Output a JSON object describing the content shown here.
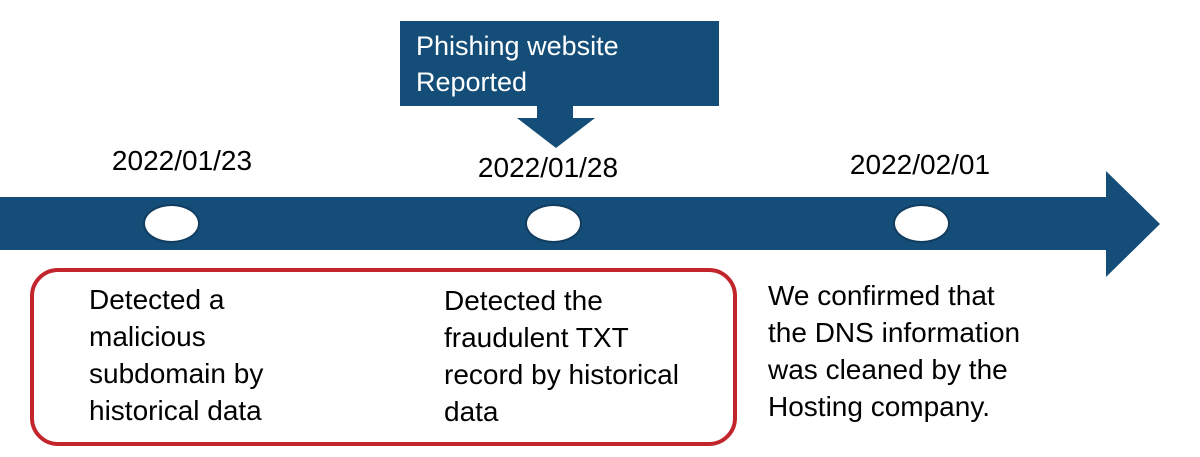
{
  "callout": {
    "label": "Phishing website\nReported",
    "bg_color": "#134d78",
    "text_color": "#ffffff"
  },
  "timeline": {
    "bar_color": "#134d78",
    "marker_fill_color": "#ffffff",
    "events": [
      {
        "date": "2022/01/23",
        "description": "Detected a\nmalicious\nsubdomain by\nhistorical data",
        "highlighted": true
      },
      {
        "date": "2022/01/28",
        "description": "Detected the\nfraudulent TXT\nrecord by historical\ndata",
        "highlighted": true
      },
      {
        "date": "2022/02/01",
        "description": "We confirmed that\nthe DNS information\nwas cleaned by the\nHosting company.",
        "highlighted": false
      }
    ]
  },
  "highlight_box": {
    "border_color": "#c2262c"
  }
}
